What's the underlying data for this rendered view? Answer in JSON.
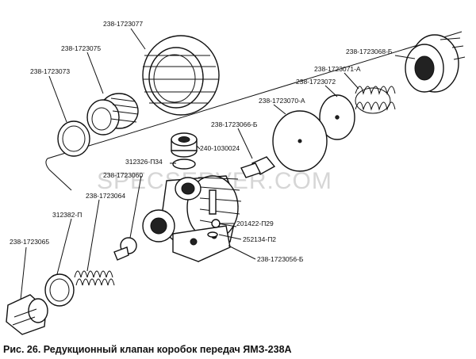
{
  "watermark": "SPECSERVER.COM",
  "caption": "Рис. 26. Редукционный клапан коробок передач ЯМЗ-238А",
  "labels": {
    "l_238_1723077": "238-1723077",
    "l_238_1723075": "238-1723075",
    "l_238_1723073": "238-1723073",
    "l_238_1723068_b": "238-1723068-Б",
    "l_238_1723071_a": "238-1723071-А",
    "l_238_1723072": "238-1723072",
    "l_238_1723070_a": "238-1723070-А",
    "l_238_1723066_b": "238-1723066-Б",
    "l_240_1030024": "240-1030024",
    "l_312326_p34": "312326-П34",
    "l_238_1723060": "238-1723060",
    "l_238_1723064": "238-1723064",
    "l_312382_p": "312382-П",
    "l_238_1723065": "238-1723065",
    "l_201422_p29": "201422-П29",
    "l_252134_p2": "252134-П2",
    "l_238_1723056_b": "238-1723056-Б"
  }
}
